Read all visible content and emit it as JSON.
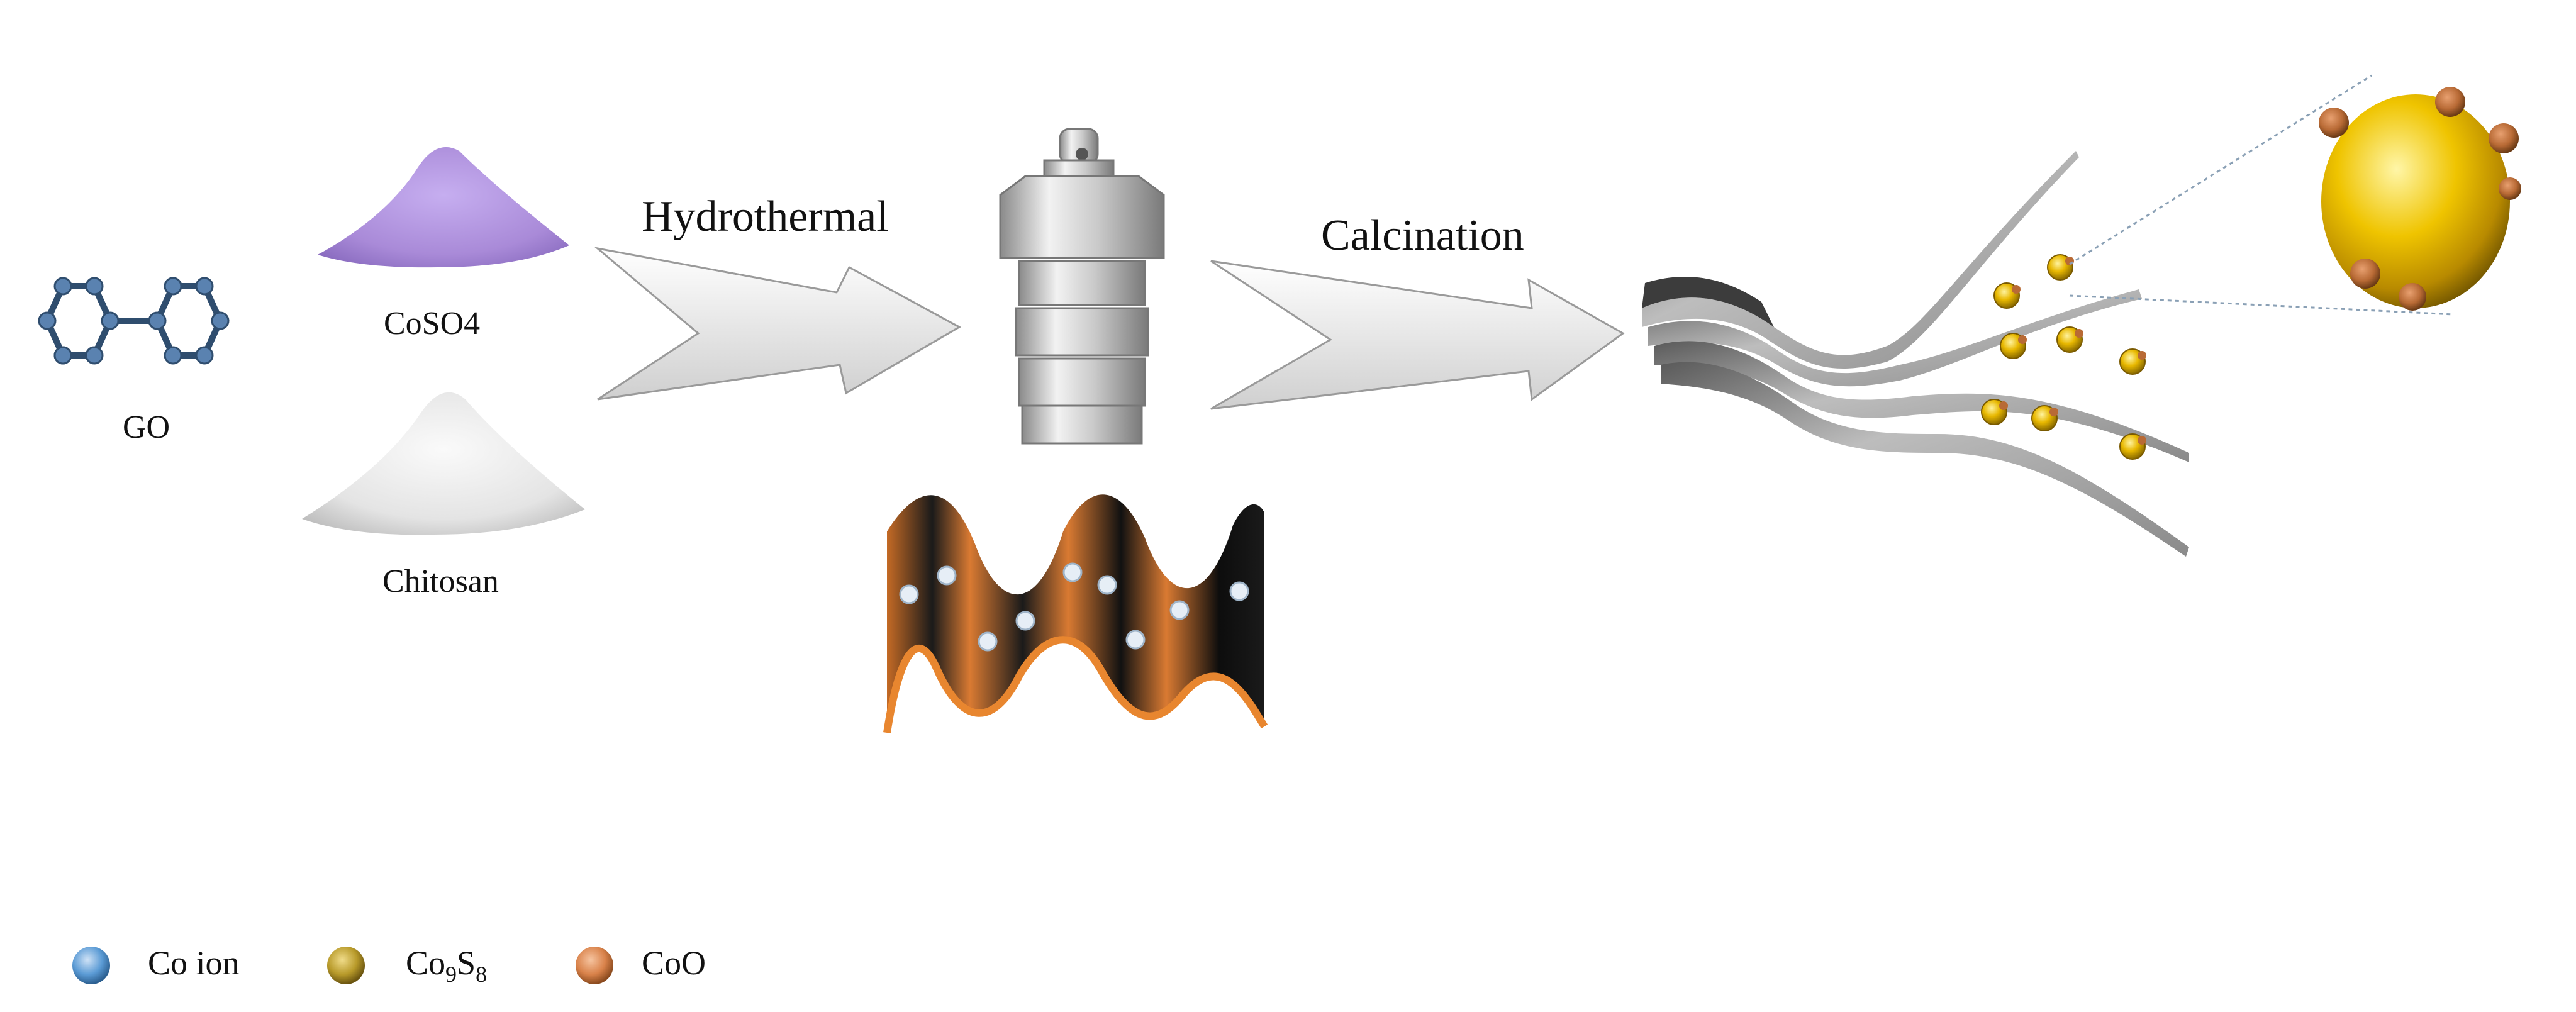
{
  "labels": {
    "go": "GO",
    "coso4": "CoSO4",
    "chitosan": "Chitosan",
    "hydrothermal": "Hydrothermal",
    "calcination": "Calcination"
  },
  "legend": {
    "co_ion": "Co ion",
    "co9s8_main": "Co",
    "co9s8_sub1": "9",
    "co9s8_mid": "S",
    "co9s8_sub2": "8",
    "coo": "CoO"
  },
  "colors": {
    "co_ion": "#5b9bd5",
    "co9s8": "#b89a2a",
    "coo": "#d9824a",
    "graphene_node": "#5a82b0",
    "graphene_bond": "#2f4d6e",
    "coso4_powder": "#a98ad8",
    "chitosan_powder": "#e6e6e6",
    "orange_sheet": "#d97a32",
    "gold_particle": "#e8b800"
  },
  "icons": {
    "go": "graphene-oxide-icon",
    "coso4": "powder-pile-icon",
    "chitosan": "powder-pile-icon",
    "autoclave": "autoclave-icon",
    "wave": "wavy-sheet-icon",
    "sheets": "layered-sheets-icon",
    "particle": "nanoparticle-icon"
  }
}
